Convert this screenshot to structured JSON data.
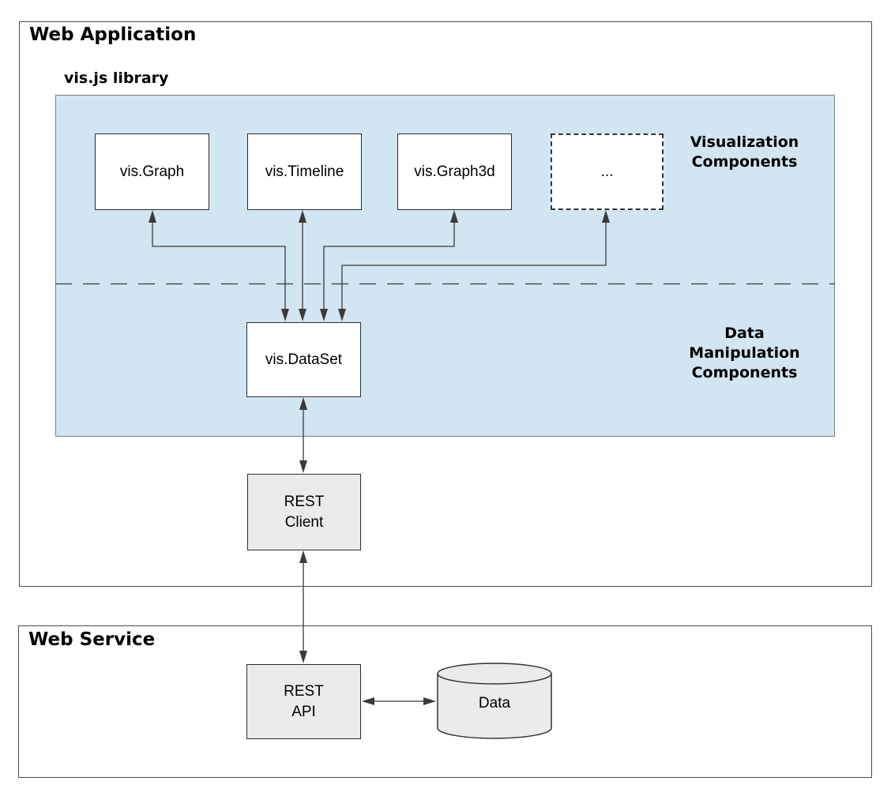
{
  "web_application": {
    "title": "Web Application",
    "library_label": "vis.js library",
    "section_labels": {
      "visualization": "Visualization\nComponents",
      "data_manipulation": "Data\nManipulation\nComponents"
    },
    "components": {
      "graph": "vis.Graph",
      "timeline": "vis.Timeline",
      "graph3d": "vis.Graph3d",
      "more": "...",
      "dataset": "vis.DataSet",
      "rest_client": "REST\nClient"
    }
  },
  "web_service": {
    "title": "Web Service",
    "components": {
      "rest_api": "REST\nAPI",
      "data_store": "Data"
    }
  },
  "colors": {
    "library_region_fill": "#d2e5f2",
    "service_node_fill": "#ebebeb",
    "component_node_fill": "#ffffff",
    "line": "#3a3a3a"
  }
}
